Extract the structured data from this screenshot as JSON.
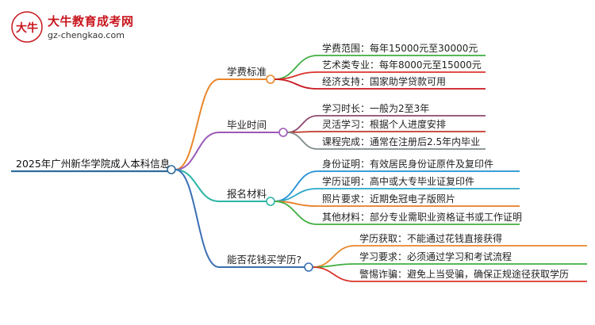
{
  "logo": {
    "title": "大牛教育成考网",
    "url": "gz-chengkao.com",
    "mark_text": "大牛"
  },
  "colors": {
    "root": "#2f6b9a",
    "fees": "#e8862a",
    "graduation": "#9b59b6",
    "materials": "#2bb5a6",
    "money": "#3a6fb5",
    "leaf_fees": [
      "#3fae3f",
      "#d9342b",
      "#c8161e"
    ],
    "leaf_graduation": [
      "#8c4a6e",
      "#c0392b",
      "#7f8c8d"
    ],
    "leaf_materials": [
      "#1f8fd6",
      "#2aa8c6",
      "#e67e22",
      "#3fae3f"
    ],
    "leaf_money": [
      "#e8862a",
      "#3fae3f",
      "#d9342b"
    ]
  },
  "mindmap": {
    "root": "2025年广州新华学院成人本科信息",
    "branches": [
      {
        "key": "fees",
        "label": "学费标准",
        "children": [
          "学费范围：每年15000元至30000元",
          "艺术类专业：每年8000元至15000元",
          "经济支持：国家助学贷款可用"
        ]
      },
      {
        "key": "graduation",
        "label": "毕业时间",
        "children": [
          "学习时长：一般为2至3年",
          "灵活学习：根据个人进度安排",
          "课程完成：通常在注册后2.5年内毕业"
        ]
      },
      {
        "key": "materials",
        "label": "报名材料",
        "children": [
          "身份证明：有效居民身份证原件及复印件",
          "学历证明：高中或大专毕业证复印件",
          "照片要求：近期免冠电子版照片",
          "其他材料：部分专业需职业资格证书或工作证明"
        ]
      },
      {
        "key": "money",
        "label": "能否花钱买学历?",
        "children": [
          "学历获取：不能通过花钱直接获得",
          "学习要求：必须通过学习和考试流程",
          "警惕诈骗：避免上当受骗，确保正规途径获取学历"
        ]
      }
    ]
  }
}
